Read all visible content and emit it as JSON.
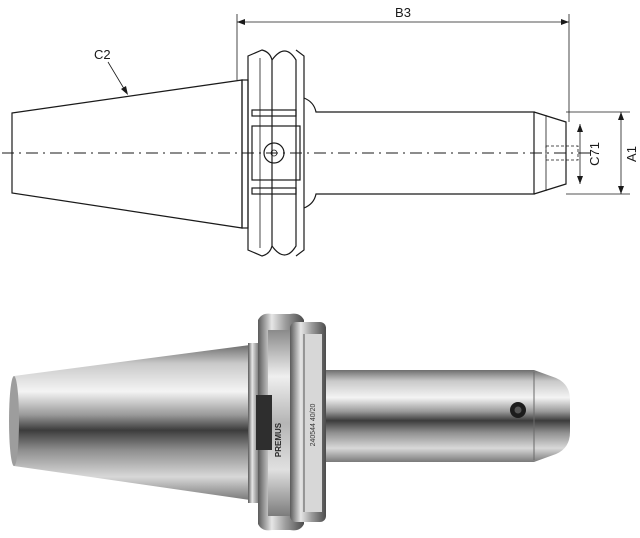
{
  "drawing": {
    "labels": {
      "b3": "B3",
      "c2": "C2",
      "c71": "C71",
      "a1": "A1"
    }
  },
  "photo": {
    "brand": "PREMUS",
    "part_code": "240544 40/20"
  }
}
